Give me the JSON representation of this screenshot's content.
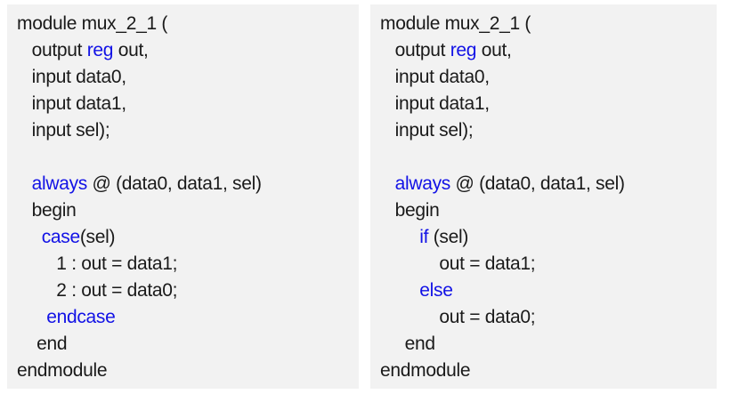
{
  "colors": {
    "page_bg": "#ffffff",
    "panel_bg": "#f2f2f2",
    "text": "#1a1a1a",
    "keyword": "#1212e6"
  },
  "panels": [
    {
      "lines": [
        {
          "segments": [
            {
              "text": "module mux_2_1 ("
            }
          ]
        },
        {
          "segments": [
            {
              "text": "   output "
            },
            {
              "text": "reg",
              "kw": true
            },
            {
              "text": " out,"
            }
          ]
        },
        {
          "segments": [
            {
              "text": "   input data0,"
            }
          ]
        },
        {
          "segments": [
            {
              "text": "   input data1,"
            }
          ]
        },
        {
          "segments": [
            {
              "text": "   input sel);"
            }
          ]
        },
        {
          "segments": []
        },
        {
          "segments": [
            {
              "text": "   "
            },
            {
              "text": "always",
              "kw": true
            },
            {
              "text": " @ (data0, data1, sel)"
            }
          ]
        },
        {
          "segments": [
            {
              "text": "   begin"
            }
          ]
        },
        {
          "segments": [
            {
              "text": "     "
            },
            {
              "text": "case",
              "kw": true
            },
            {
              "text": "(sel)"
            }
          ]
        },
        {
          "segments": [
            {
              "text": "        1 : out = data1;"
            }
          ]
        },
        {
          "segments": [
            {
              "text": "        2 : out = data0;"
            }
          ]
        },
        {
          "segments": [
            {
              "text": "      "
            },
            {
              "text": "endcase",
              "kw": true
            }
          ]
        },
        {
          "segments": [
            {
              "text": "    end"
            }
          ]
        },
        {
          "segments": [
            {
              "text": "endmodule"
            }
          ]
        }
      ]
    },
    {
      "lines": [
        {
          "segments": [
            {
              "text": "module mux_2_1 ("
            }
          ]
        },
        {
          "segments": [
            {
              "text": "   output "
            },
            {
              "text": "reg",
              "kw": true
            },
            {
              "text": " out,"
            }
          ]
        },
        {
          "segments": [
            {
              "text": "   input data0,"
            }
          ]
        },
        {
          "segments": [
            {
              "text": "   input data1,"
            }
          ]
        },
        {
          "segments": [
            {
              "text": "   input sel);"
            }
          ]
        },
        {
          "segments": []
        },
        {
          "segments": [
            {
              "text": "   "
            },
            {
              "text": "always",
              "kw": true
            },
            {
              "text": " @ (data0, data1, sel)"
            }
          ]
        },
        {
          "segments": [
            {
              "text": "   begin"
            }
          ]
        },
        {
          "segments": [
            {
              "text": "        "
            },
            {
              "text": "if",
              "kw": true
            },
            {
              "text": " (sel)"
            }
          ]
        },
        {
          "segments": [
            {
              "text": "            out = data1;"
            }
          ]
        },
        {
          "segments": [
            {
              "text": "        "
            },
            {
              "text": "else",
              "kw": true
            }
          ]
        },
        {
          "segments": [
            {
              "text": "            out = data0;"
            }
          ]
        },
        {
          "segments": [
            {
              "text": "     end"
            }
          ]
        },
        {
          "segments": [
            {
              "text": "endmodule"
            }
          ]
        }
      ]
    }
  ]
}
